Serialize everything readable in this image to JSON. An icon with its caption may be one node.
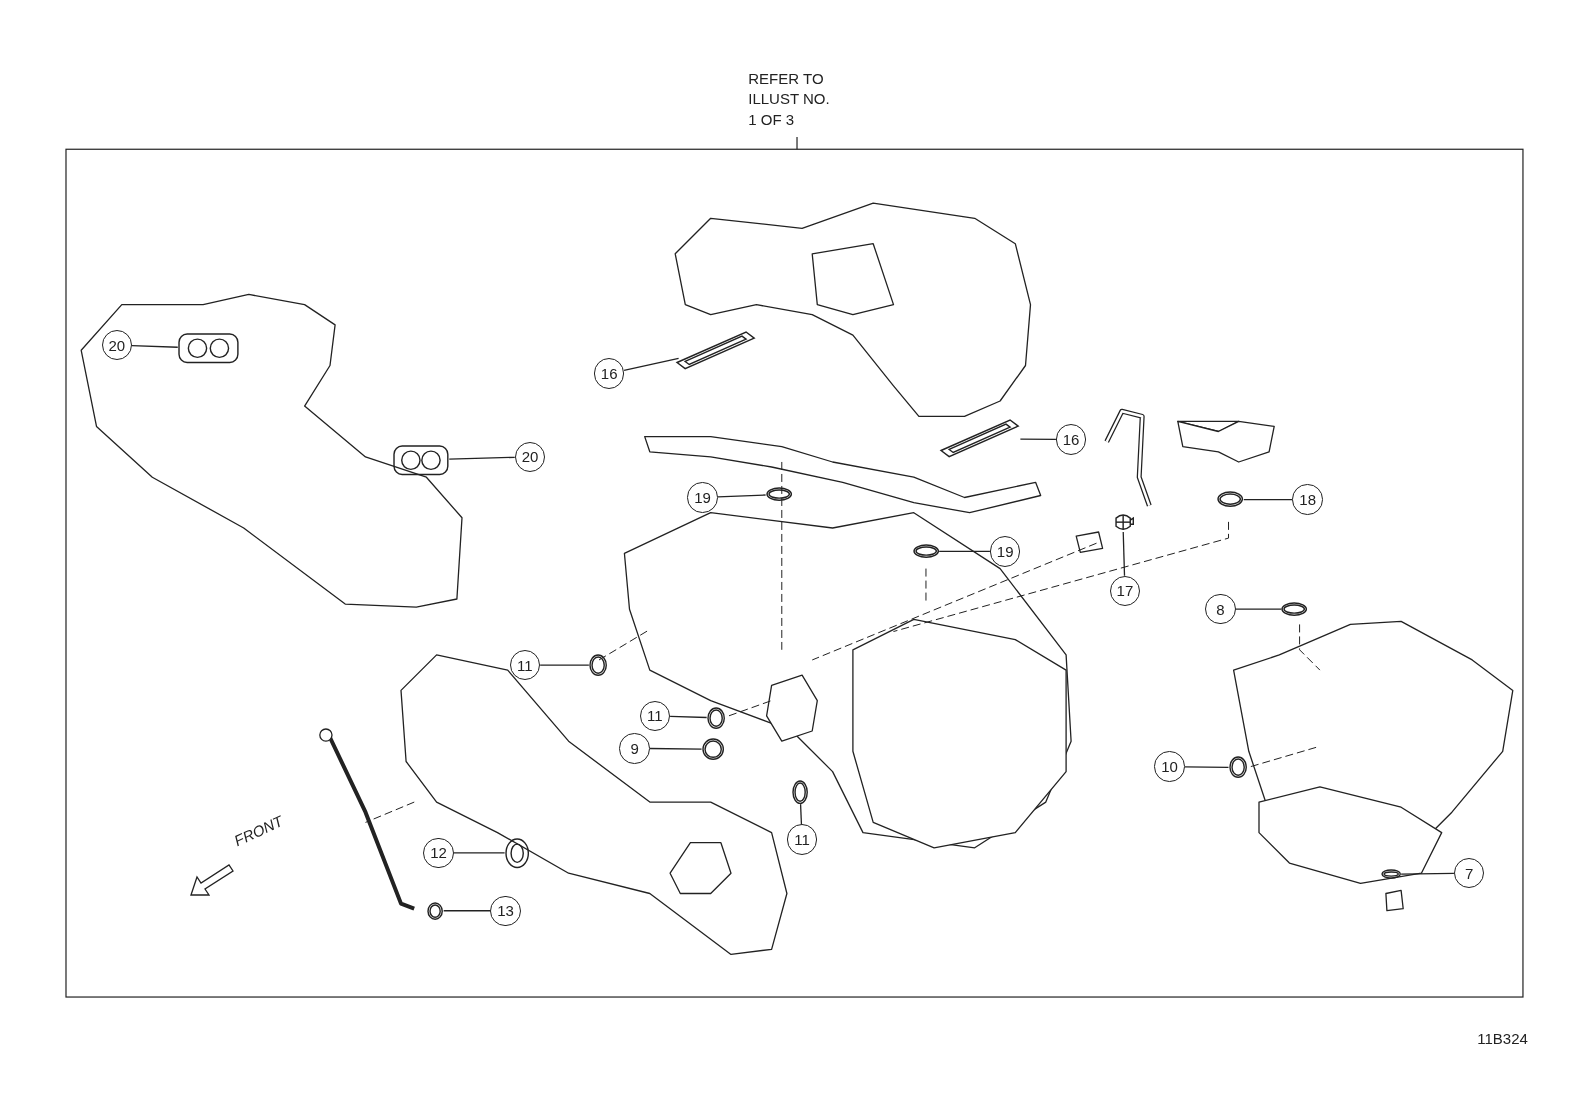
{
  "diagram": {
    "nodes": [
      {
        "text": [
          "20"
        ]
      },
      {
        "text": [],
        "shape": "picture"
      },
      {
        "text": [
          "16"
        ]
      },
      {
        "text": [],
        "shape": "picture"
      },
      {
        "text": [
          "16"
        ]
      },
      {
        "text": [],
        "shape": "picture"
      },
      {
        "text": [
          "20"
        ]
      },
      {
        "text": [],
        "shape": "picture"
      },
      {
        "text": [
          "19"
        ]
      },
      {
        "text": [],
        "shape": "picture"
      },
      {
        "text": [
          "18"
        ]
      },
      {
        "text": [],
        "shape": "picture"
      },
      {
        "text": [
          "19"
        ]
      },
      {
        "text": [],
        "shape": "picture"
      },
      {
        "text": [
          "17"
        ]
      },
      {
        "text": [],
        "shape": "picture"
      },
      {
        "text": [
          "8"
        ]
      },
      {
        "text": [],
        "shape": "picture"
      },
      {
        "text": [
          "11"
        ]
      },
      {
        "text": [],
        "shape": "picture"
      },
      {
        "text": [
          "11"
        ]
      },
      {
        "text": [],
        "shape": "picture"
      },
      {
        "text": [
          "9"
        ]
      },
      {
        "text": [],
        "shape": "picture"
      },
      {
        "text": [
          "10"
        ]
      },
      {
        "text": [],
        "shape": "picture"
      },
      {
        "text": [
          "11"
        ]
      },
      {
        "text": [],
        "shape": "picture"
      },
      {
        "text": [
          "12"
        ]
      },
      {
        "text": [],
        "shape": "picture"
      },
      {
        "text": [
          "7"
        ]
      },
      {
        "text": [],
        "shape": "picture"
      },
      {
        "text": [
          "13"
        ]
      },
      {
        "text": [],
        "shape": "picture"
      }
    ],
    "edges": [
      {
        "from": 0,
        "to": 1,
        "arrow": "none"
      },
      {
        "from": 2,
        "to": 3,
        "arrow": "none"
      },
      {
        "from": 4,
        "to": 5,
        "arrow": "none"
      },
      {
        "from": 6,
        "to": 7,
        "arrow": "none"
      },
      {
        "from": 8,
        "to": 9,
        "arrow": "none"
      },
      {
        "from": 10,
        "to": 11,
        "arrow": "none"
      },
      {
        "from": 12,
        "to": 13,
        "arrow": "none"
      },
      {
        "from": 14,
        "to": 15,
        "arrow": "none"
      },
      {
        "from": 16,
        "to": 17,
        "arrow": "none"
      },
      {
        "from": 18,
        "to": 19,
        "arrow": "none"
      },
      {
        "from": 20,
        "to": 21,
        "arrow": "none"
      },
      {
        "from": 22,
        "to": 23,
        "arrow": "none"
      },
      {
        "from": 24,
        "to": 25,
        "arrow": "none"
      },
      {
        "from": 26,
        "to": 27,
        "arrow": "none"
      },
      {
        "from": 28,
        "to": 29,
        "arrow": "none"
      },
      {
        "from": 30,
        "to": 31,
        "arrow": "none"
      },
      {
        "from": 32,
        "to": 33,
        "arrow": "none"
      }
    ],
    "labels": [
      "REFER TO ILLUST NO. 1 OF 3",
      "FRONT",
      "11B324"
    ]
  }
}
